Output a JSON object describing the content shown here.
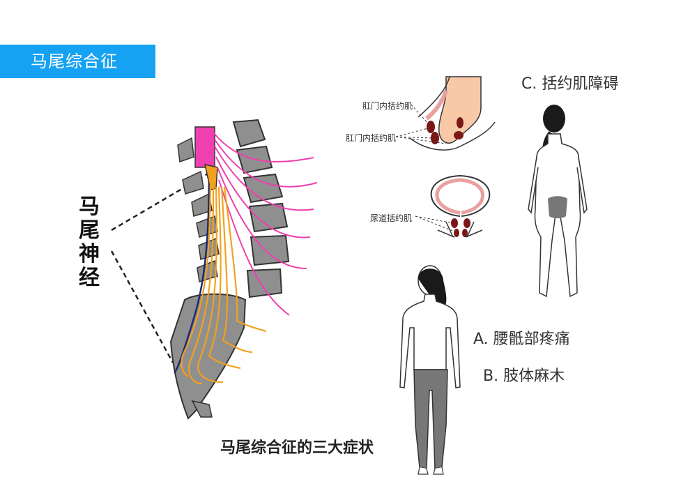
{
  "banner": {
    "title": "马尾综合征"
  },
  "spine_label": {
    "chars": [
      "马",
      "尾",
      "神",
      "经"
    ]
  },
  "sphincter": {
    "anal_label_1": "肛门内括约肌",
    "anal_label_2": "肛门内括约肌",
    "urethral_label": "尿道括约肌"
  },
  "symptoms": {
    "a": "A. 腰骶部疼痛",
    "b": "B. 肢体麻木",
    "c": "C. 括约肌障碍"
  },
  "caption": "马尾综合征的三大症状",
  "colors": {
    "banner": "#16a2f3",
    "nerve_pink": "#ee3fae",
    "nerve_orange": "#f2a11c",
    "bone": "#8f8f8f",
    "sphincter": "#7a1818",
    "skin": "#f7c9a7"
  }
}
